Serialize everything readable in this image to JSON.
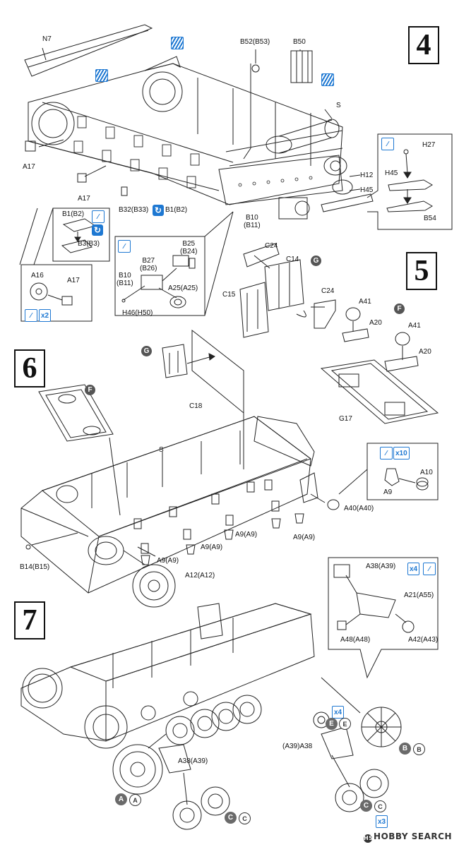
{
  "steps": [
    "4",
    "5",
    "6",
    "7"
  ],
  "step4": {
    "parts": {
      "n7": "N7",
      "b52": "B52(B53)",
      "b50": "B50",
      "s": "S",
      "a17_left": "A17",
      "a17_mid": "A17",
      "h27": "H27",
      "h45_top": "H45",
      "h45_bottom": "H45",
      "h12": "H12",
      "b54": "B54",
      "b32": "B32(B33)",
      "b1_right": "B1(B2)",
      "b10": "B10\n(B11)",
      "b1_inset": "B1(B2)",
      "b3": "B3(B3)",
      "a16": "A16",
      "a17_inset": "A17",
      "b25": "B25\n(B24)",
      "b27": "B27\n(B26)",
      "b10_inset": "B10\n(B11)",
      "a25": "A25(A25)",
      "h46": "H46(H50)"
    },
    "counts": {
      "x2": "x2"
    }
  },
  "step5": {
    "parts": {
      "c24_top": "C24",
      "c14": "C14",
      "c15": "C15",
      "c24_right": "C24",
      "a41_top": "A41",
      "a20_top": "A20",
      "a41_right": "A41",
      "a20_right": "A20",
      "g17": "G17"
    },
    "badges": {
      "g": "G",
      "f": "F"
    }
  },
  "step6": {
    "parts": {
      "c18": "C18",
      "s": "S",
      "a10": "A10",
      "a9": "A9",
      "a40": "A40(A40)",
      "a9_a": "A9(A9)",
      "a9_b": "A9(A9)",
      "a9_c": "A9(A9)",
      "a9_d": "A9(A9)",
      "b14": "B14(B15)",
      "a12": "A12(A12)"
    },
    "badges": {
      "g": "G",
      "f": "F"
    },
    "counts": {
      "x10": "x10"
    }
  },
  "step7": {
    "parts": {
      "a38_inset": "A38(A39)",
      "a21": "A21(A55)",
      "a48": "A48(A48)",
      "a42": "A42(A43)",
      "a38_left": "A38(A39)",
      "a39_right": "(A39)A38"
    },
    "counts": {
      "x4_inset": "x4",
      "x4_e": "x4",
      "x3": "x3"
    },
    "badges": {
      "a": "A",
      "a2": "A",
      "b": "B",
      "b2": "B",
      "c": "C",
      "c2": "C",
      "c3": "C",
      "c4": "C",
      "e": "E",
      "e2": "E"
    }
  },
  "watermark": "HOBBY SEARCH",
  "colors": {
    "accent_blue": "#1e78d2",
    "badge_gray": "#555555",
    "line": "#111111"
  }
}
